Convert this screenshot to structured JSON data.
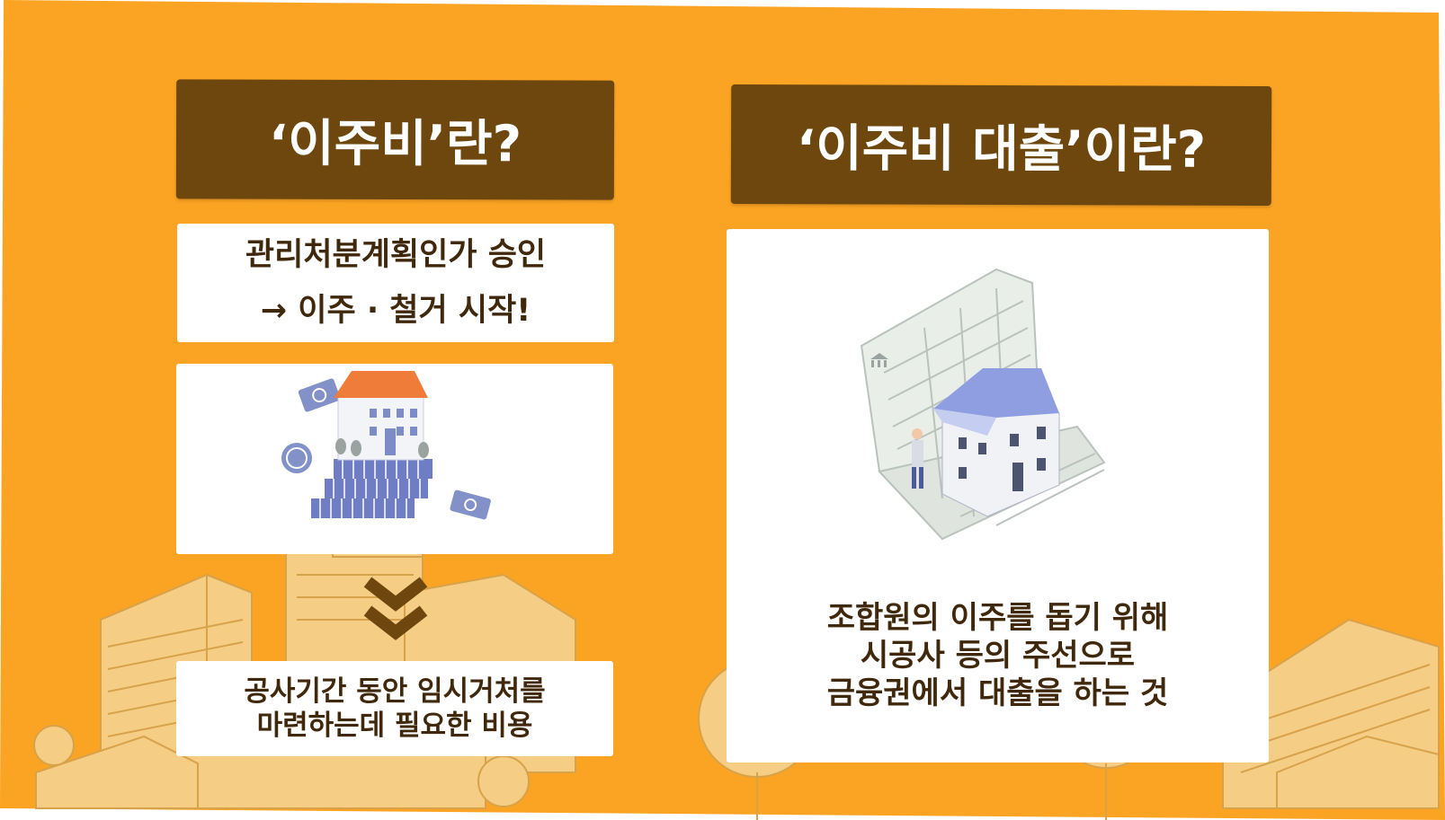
{
  "left_panel": {
    "title": "‘이주비’란?",
    "approval_line1": "관리처분계획인가 승인",
    "approval_line2": "→ 이주 · 철거 시작!",
    "cost_line1": "공사기간 동안 임시거처를",
    "cost_line2": "마련하는데 필요한 비용"
  },
  "right_panel": {
    "title": "‘이주비 대출’이란?",
    "desc_line1": "조합원의 이주를 돕기 위해",
    "desc_line2": "시공사 등의 주선으로",
    "desc_line3": "금융권에서 대출을 하는 것"
  },
  "colors": {
    "background": "#fba322",
    "header": "#6e470f",
    "text": "#40280c",
    "buildings": "#f6cd84"
  },
  "icons": [
    "money-house-illustration",
    "loan-house-illustration",
    "double-chevron-down-icon",
    "bank-icon",
    "won-coin-icon",
    "banknote-icon"
  ]
}
